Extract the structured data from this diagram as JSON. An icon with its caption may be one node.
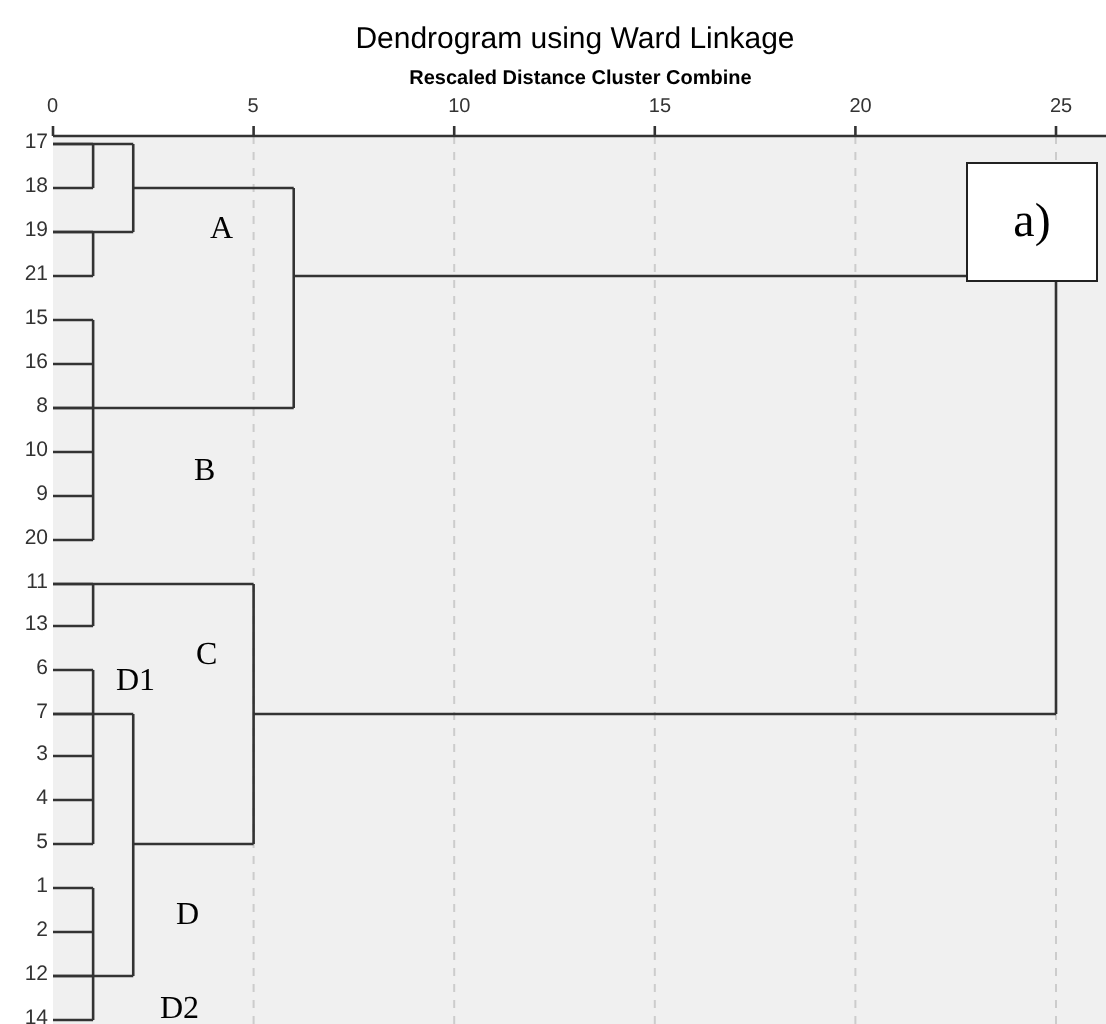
{
  "diagram": {
    "title": "Dendrogram using Ward Linkage",
    "nodes": [
      {
        "text": [
          "a)"
        ]
      }
    ],
    "edges": [],
    "labels": [
      "Rescaled Distance Cluster Combine",
      "0",
      "5",
      "10",
      "15",
      "20",
      "25",
      "17",
      "18",
      "19",
      "21",
      "15",
      "16",
      "8",
      "10",
      "9",
      "20",
      "11",
      "13",
      "6",
      "7",
      "3",
      "4",
      "5",
      "1",
      "2",
      "12",
      "14",
      "A",
      "B",
      "C",
      "D1",
      "D",
      "D2"
    ]
  }
}
